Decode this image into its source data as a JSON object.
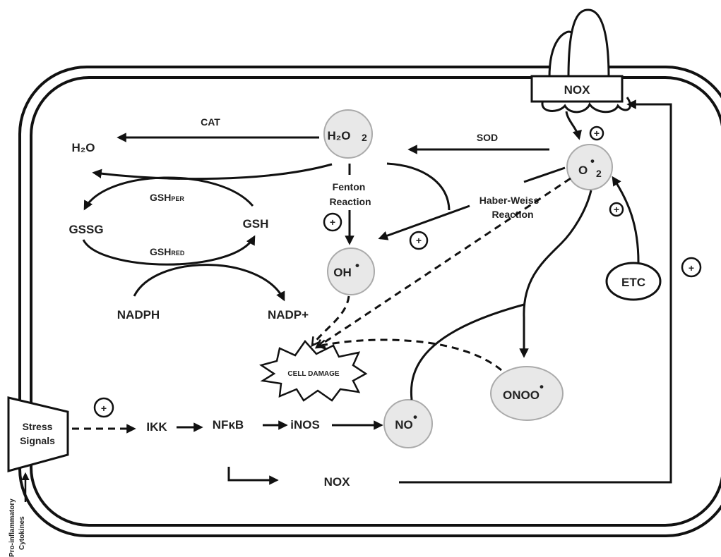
{
  "nodes": {
    "nox_top": "NOX",
    "h2o2_main": "H₂O",
    "h2o2_sub": "2",
    "h2o": "H₂O",
    "superoxide_main": "O",
    "superoxide_sup": "•",
    "superoxide_sub": "2",
    "hydroxyl": "OH",
    "hydroxyl_sup": "•",
    "gssg": "GSSG",
    "gsh": "GSH",
    "gsh_per_main": "GSH",
    "gsh_per_sub": "PER",
    "gsh_red_main": "GSH",
    "gsh_red_sub": "RED",
    "nadph": "NADPH",
    "nadp": "NADP+",
    "cell_damage": "CELL DAMAGE",
    "peroxynitrite": "ONOO",
    "peroxynitrite_sup": "•",
    "nitric_oxide": "NO",
    "nitric_oxide_sup": "•",
    "etc": "ETC",
    "ikk": "IKK",
    "nfkb": "NFκB",
    "inos": "iNOS",
    "nox_bottom": "NOX",
    "stress_line1": "Stress",
    "stress_line2": "Signals",
    "cytokines_line1": "Pro-inflammatory",
    "cytokines_line2": "Cytokines"
  },
  "labels": {
    "cat": "CAT",
    "sod": "SOD",
    "fenton1": "Fenton",
    "fenton2": "Reaction",
    "haber1": "Haber-Weiss",
    "haber2": "Reaction"
  },
  "plus_sign": "+"
}
